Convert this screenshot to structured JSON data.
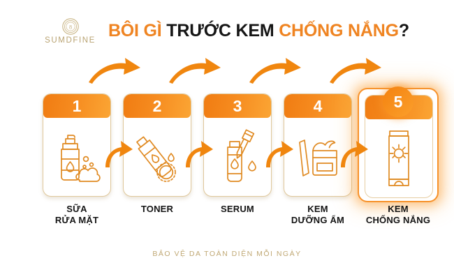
{
  "brand": {
    "name": "SUMDFINE",
    "mark_icon": "circular-monogram-icon"
  },
  "header": {
    "title_parts": [
      {
        "text": "BÔI GÌ",
        "color": "#ef8422"
      },
      {
        "text": "TRƯỚC KEM",
        "color": "#161616"
      },
      {
        "text": "CHỐNG NẮNG",
        "color": "#ef8422"
      },
      {
        "text": "?",
        "color": "#161616"
      }
    ],
    "title_full": "BÔI GÌ TRƯỚC KEM CHỐNG NẮNG?"
  },
  "steps": [
    {
      "number": "1",
      "label_line1": "SỮA",
      "label_line2": "RỬA MẶT",
      "icon": "cleanser-pump-bottle-foam-icon",
      "highlighted": false
    },
    {
      "number": "2",
      "label_line1": "TONER",
      "label_line2": "",
      "icon": "toner-bottle-cotton-pad-icon",
      "highlighted": false
    },
    {
      "number": "3",
      "label_line1": "SERUM",
      "label_line2": "",
      "icon": "serum-dropper-bottle-icon",
      "highlighted": false
    },
    {
      "number": "4",
      "label_line1": "KEM",
      "label_line2": "DƯỠNG ẨM",
      "icon": "moisturizer-jar-icon",
      "highlighted": false
    },
    {
      "number": "5",
      "label_line1": "KEM",
      "label_line2": "CHỐNG NẮNG",
      "icon": "sunscreen-tube-sun-icon",
      "highlighted": true
    }
  ],
  "arrows": {
    "top_count": 4,
    "mid_count": 4,
    "direction": "right",
    "color": "#f0860f"
  },
  "footer": {
    "text": "BẢO VỆ DA TOÀN DIỆN MỖI NGÀY"
  },
  "colors": {
    "orange": "#ef8422",
    "orange_dark": "#f07c12",
    "orange_light": "#fba534",
    "gold": "#c0a874",
    "text_dark": "#161616",
    "background": "#ffffff"
  }
}
